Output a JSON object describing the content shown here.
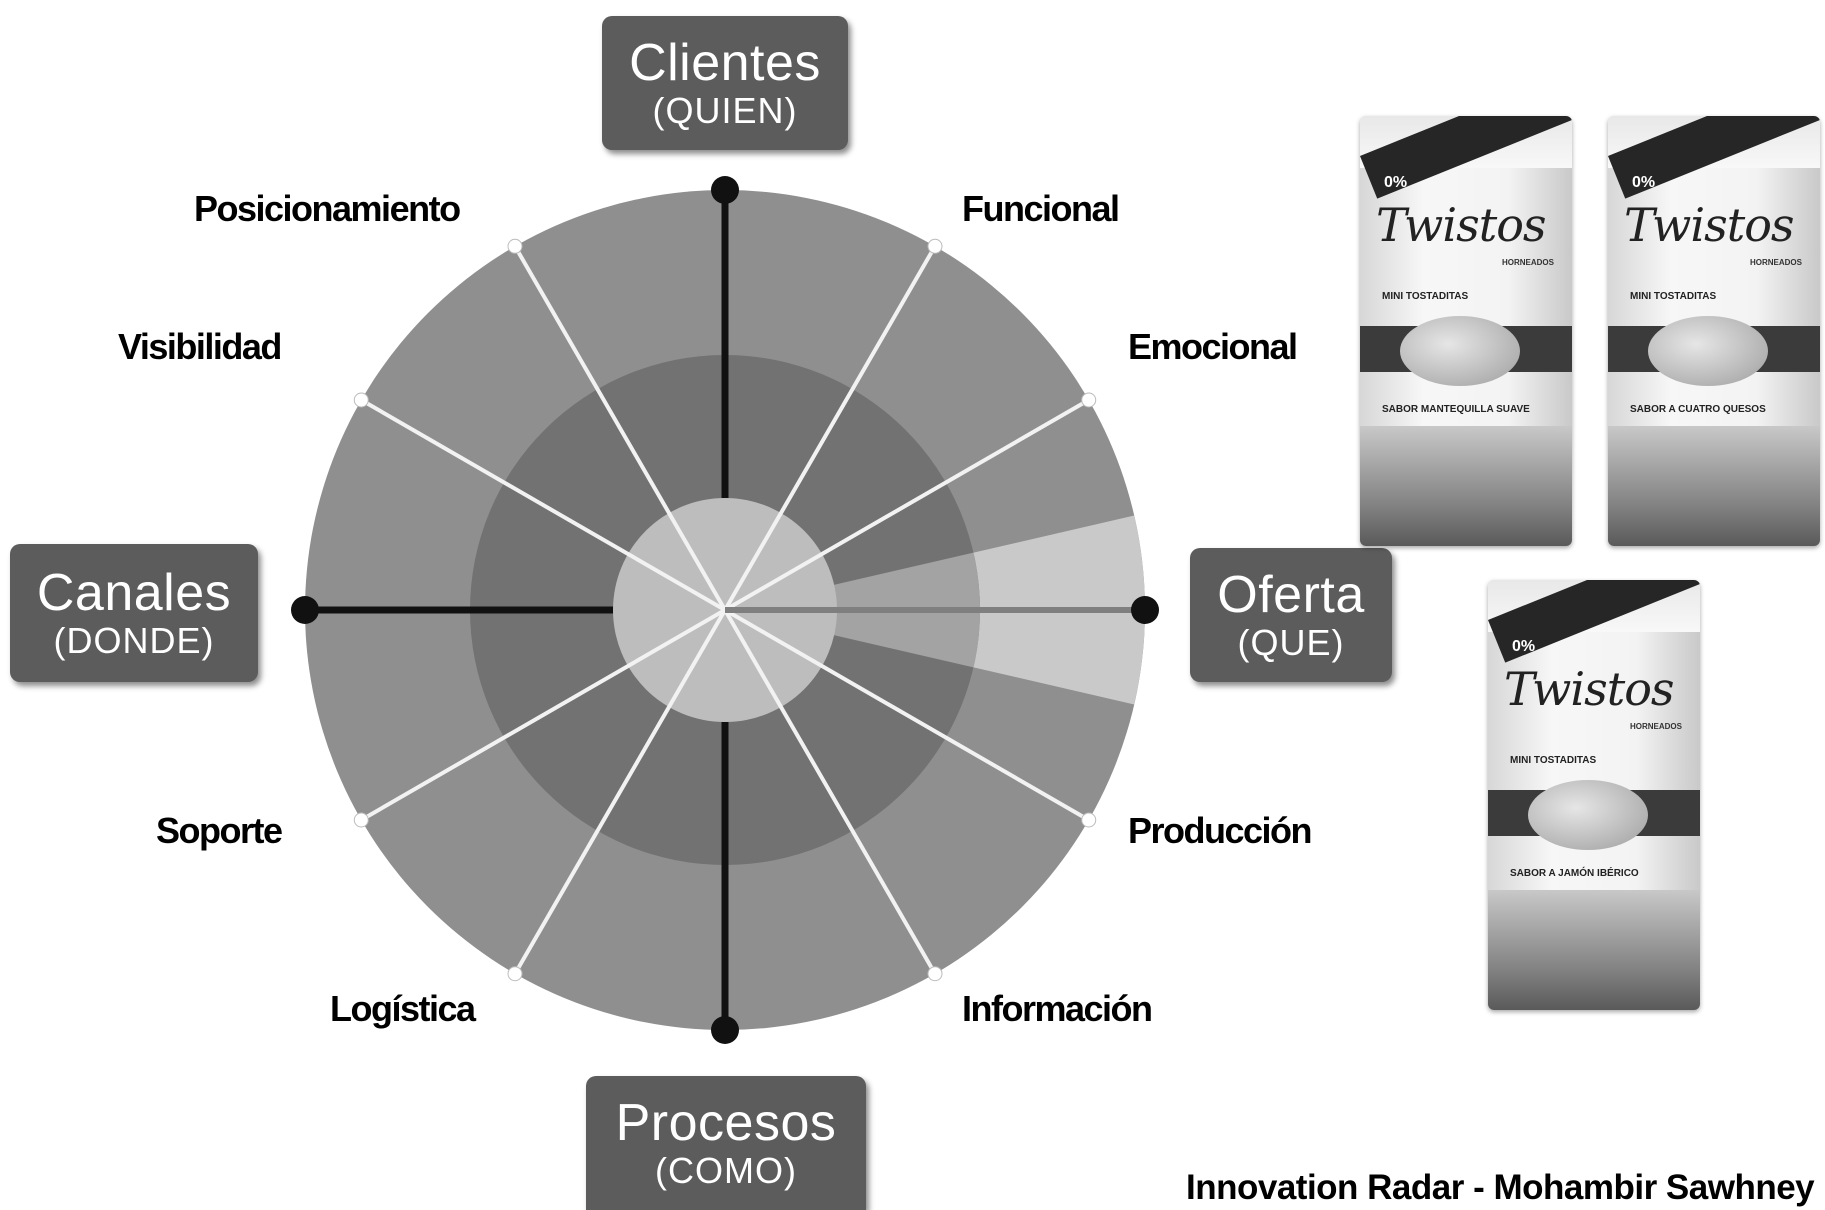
{
  "axes": {
    "top": {
      "main": "Clientes",
      "sub": "(QUIEN)"
    },
    "left": {
      "main": "Canales",
      "sub": "(DONDE)"
    },
    "right": {
      "main": "Oferta",
      "sub": "(QUE)"
    },
    "bottom": {
      "main": "Procesos",
      "sub": "(COMO)"
    }
  },
  "dimensions": [
    "Posicionamiento",
    "Visibilidad",
    "Soporte",
    "Logística",
    "Funcional",
    "Emocional",
    "Producción",
    "Información"
  ],
  "products": [
    {
      "brand": "Twistos",
      "badge": "0%",
      "subtitle": "HORNEADOS",
      "line": "MINI TOSTADITAS",
      "flavor": "SABOR MANTEQUILLA SUAVE"
    },
    {
      "brand": "Twistos",
      "badge": "0%",
      "subtitle": "HORNEADOS",
      "line": "MINI TOSTADITAS",
      "flavor": "SABOR A CUATRO QUESOS"
    },
    {
      "brand": "Twistos",
      "badge": "0%",
      "subtitle": "HORNEADOS",
      "line": "MINI TOSTADITAS",
      "flavor": "SABOR A JAMÓN IBÉRICO"
    }
  ],
  "credit": "Innovation Radar - Mohambir Sawhney",
  "colors": {
    "box_bg": "#5c5c5c",
    "outer_ring": "#8f8f8f",
    "middle_ring": "#727272",
    "inner_circle": "#bdbdbd",
    "highlight_wedge": "#c9c9c9",
    "spoke": "#f2f2f2"
  }
}
